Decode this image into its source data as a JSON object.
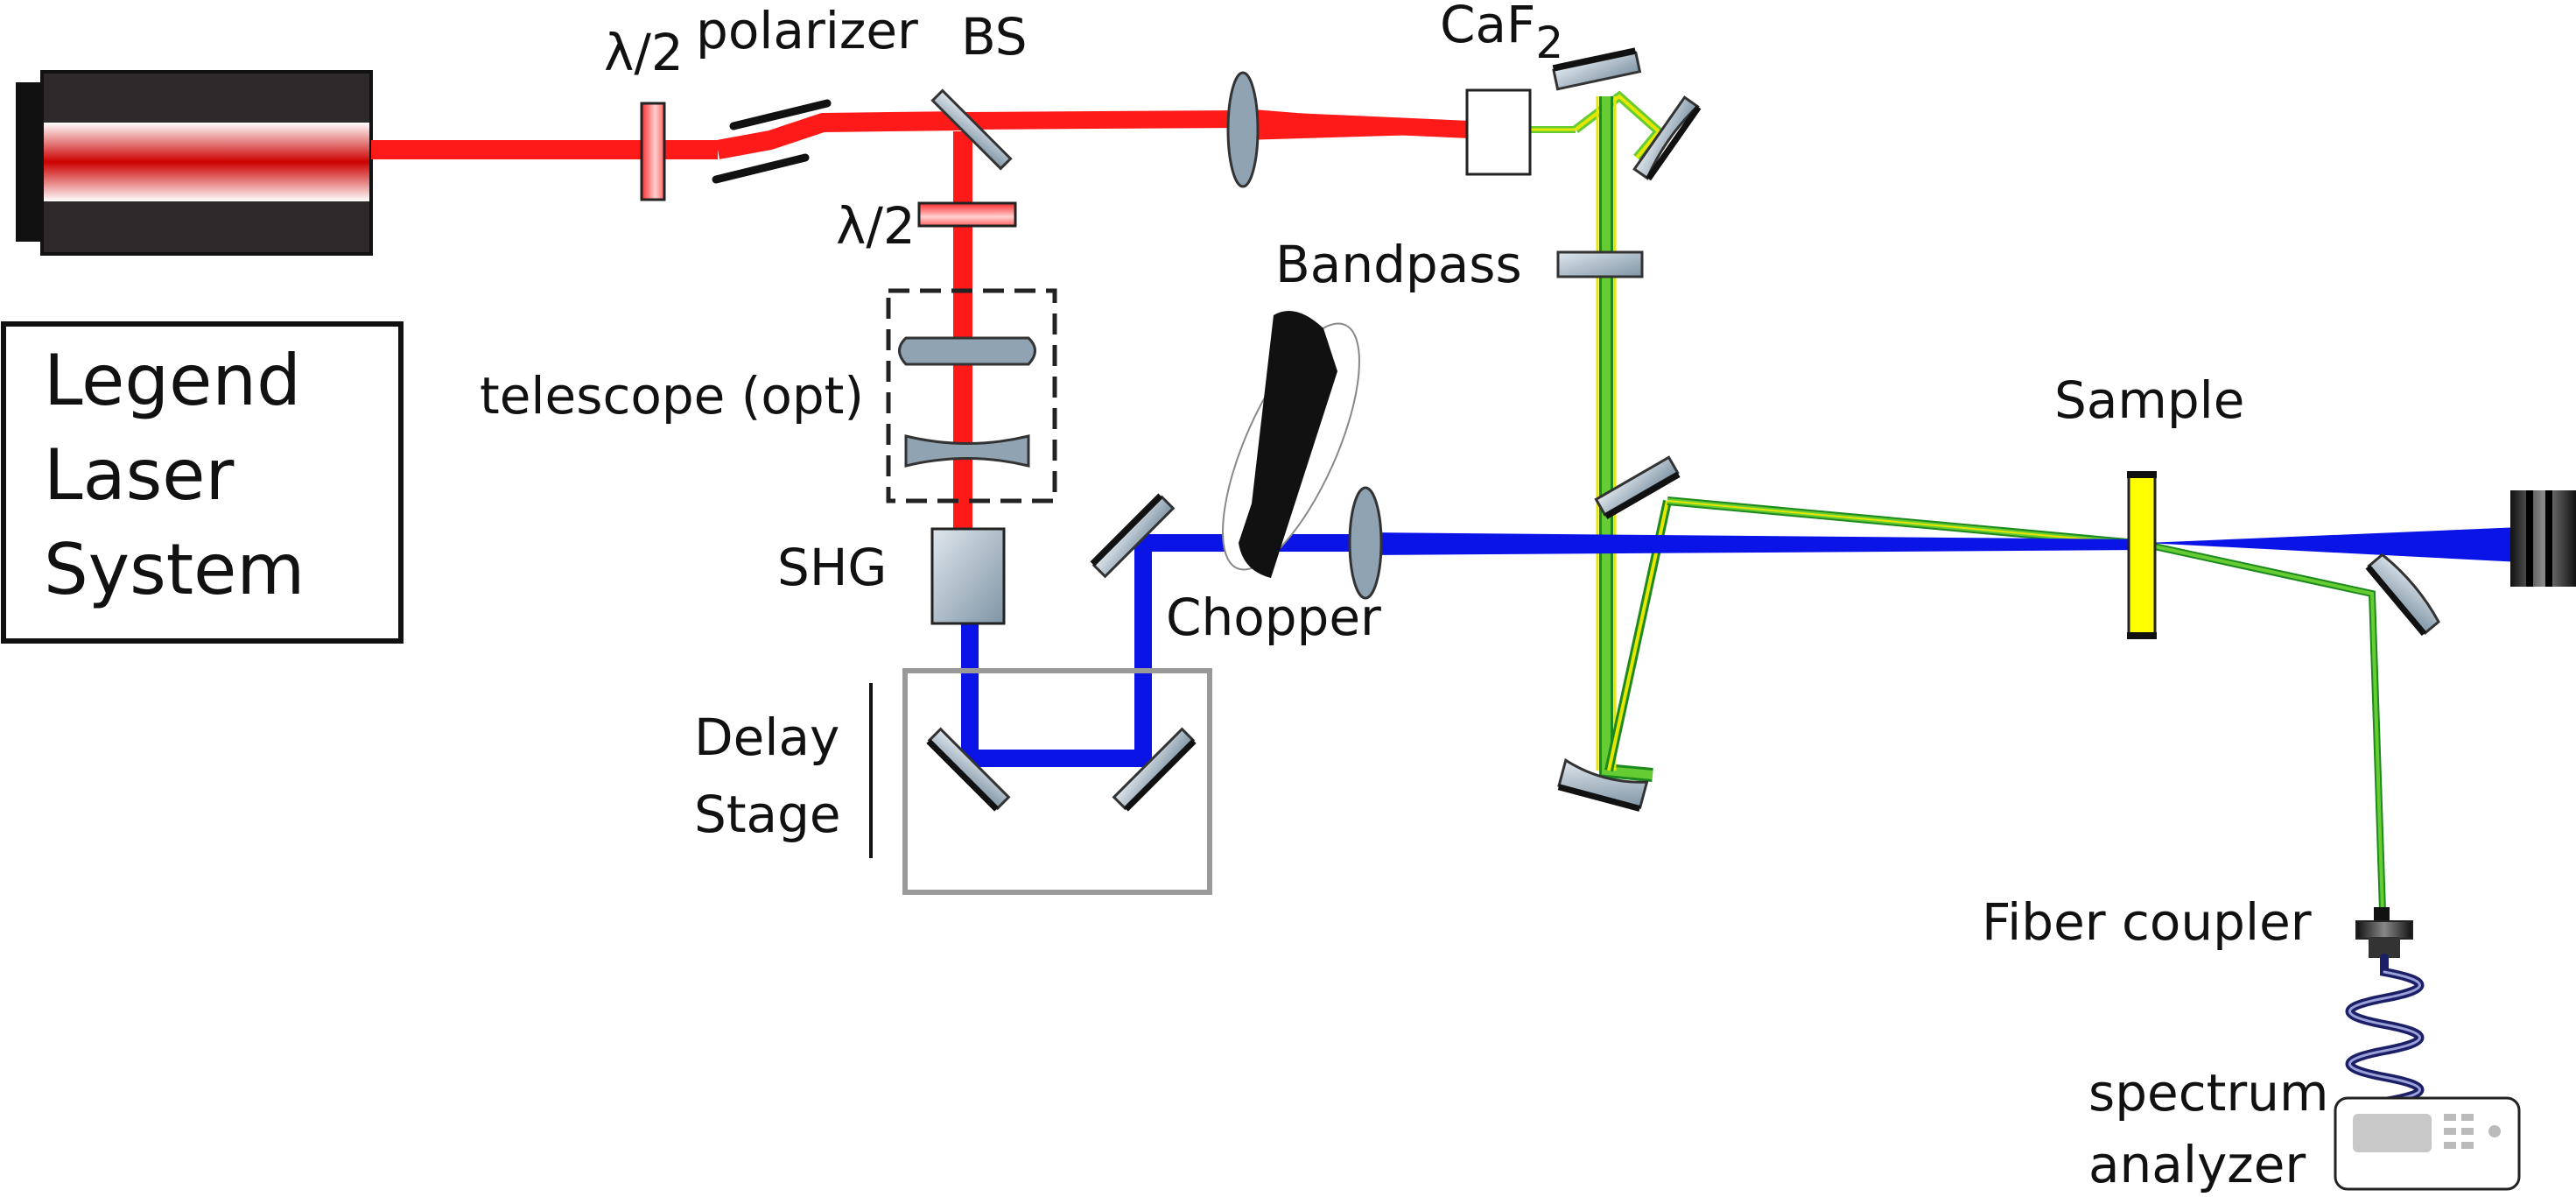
{
  "labels": {
    "half_wave_plate_1": "λ/2",
    "polarizer": "polarizer",
    "beam_splitter": "BS",
    "caf2_main": "CaF",
    "caf2_sub": "2",
    "half_wave_plate_2": "λ/2",
    "bandpass": "Bandpass",
    "telescope": "telescope (opt)",
    "shg": "SHG",
    "chopper": "Chopper",
    "delay_stage_line1": "Delay",
    "delay_stage_line2": "Stage",
    "sample": "Sample",
    "fiber_coupler": "Fiber coupler",
    "spectrum_analyzer_line1": "spectrum",
    "spectrum_analyzer_line2": "analyzer"
  },
  "legend_box": {
    "line1": "Legend",
    "line2": "Laser",
    "line3": "System"
  },
  "colors": {
    "red_beam": "#ff1a1a",
    "blue_beam": "#0a14e6",
    "supercontinuum_green": "#66cc33",
    "supercontinuum_yellow": "#e6e600",
    "optic_gray": "#8fa3b3",
    "sample_yellow": "#ffff00",
    "laser_body": "#2e2a2c"
  }
}
